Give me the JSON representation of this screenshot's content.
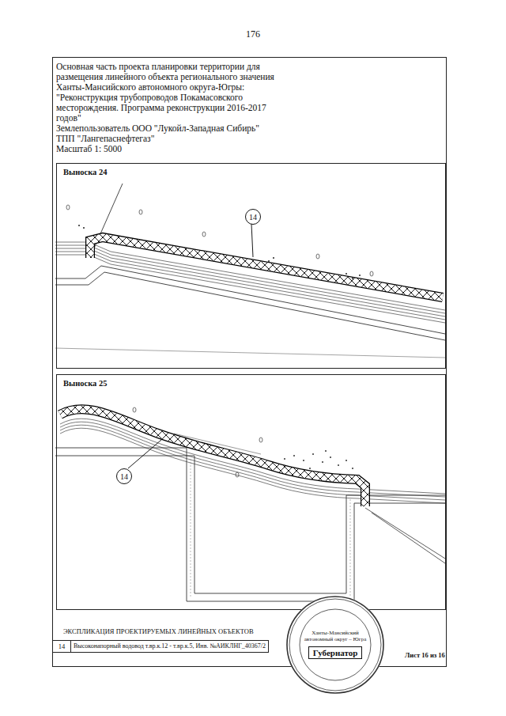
{
  "diagram": {
    "nodes": [
      {
        "text": [
          "Основная часть проекта планировки территории для размещения линейного объекта регионального значения Ханты-Мансийского автономного округа-Югры: \"Реконструкция трубопроводов Покамасовского месторождения. Программа реконструкции 2016-2017 годов\"",
          "Землепользователь ООО \"Лукойл-Западная Сибирь\"",
          "ТПП \"Лангепаснефтегаз\"",
          "Масштаб 1: 5000"
        ]
      },
      {
        "text": [
          "Выноска 24"
        ],
        "in": 0
      },
      {
        "text": [
          "14"
        ],
        "in": 1
      },
      {
        "text": [
          "Выноска 25"
        ],
        "in": 0
      },
      {
        "text": [
          "14"
        ],
        "in": 3
      },
      {
        "text": [
          "Ханты-Мансийский автономный округ – Югра",
          "Губернатор"
        ]
      }
    ],
    "labels": [
      "176",
      "ЭКСПЛИКАЦИЯ ПРОЕКТИРУЕМЫХ ЛИНЕЙНЫХ ОБЪЕКТОВ",
      "14",
      "Высоконапорный водовод т.вр.к.12 - т.вр.к.5, Инв. №АИКЛНГ_40367/2",
      "Лист 16 из 16"
    ]
  }
}
